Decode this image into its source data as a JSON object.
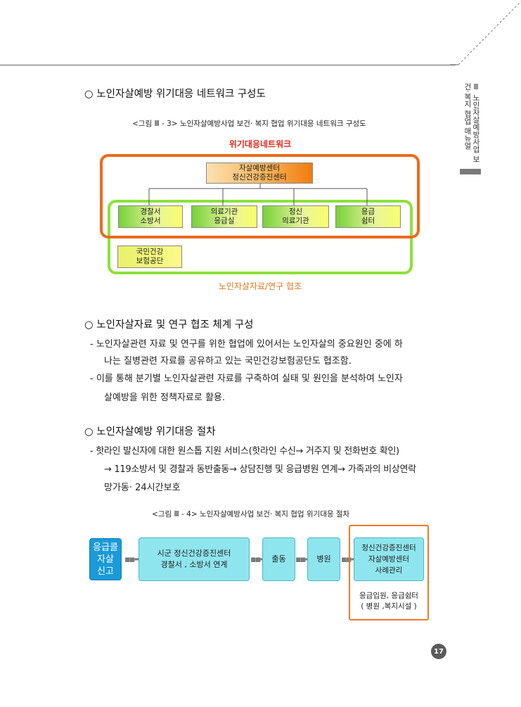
{
  "side_tab": {
    "text": "Ⅲ 노인자살예방사업 보건·복지 협업 매뉴얼"
  },
  "section1": {
    "heading": "○  노인자살예방 위기대응 네트워크 구성도",
    "caption": "<그림 Ⅲ - 3> 노인자살예방사업 보건·  복지 협업 위기대응 네트워크 구성도",
    "diagram": {
      "title": "위기대응네트워크",
      "top_box": [
        "자살예방센터",
        "정신건강증진센터"
      ],
      "row_boxes": [
        [
          "경찰서",
          "소방서"
        ],
        [
          "의료기관",
          "응급실"
        ],
        [
          "정신",
          "의료기관"
        ],
        [
          "응급",
          "쉼터"
        ]
      ],
      "bottom_box": [
        "국민건강",
        "보험공단"
      ],
      "bottom_label": "노인자살자료/연구 협조"
    }
  },
  "section2": {
    "heading": "○  노인자살자료 및 연구 협조 체계 구성",
    "lines": [
      "-  노인자살관련 자료 및 연구를 위한 협업에 있어서는 노인자살의 중요원인 중에 하",
      "나는 질병관련 자료를 공유하고 있는 국민건강보험공단도 협조함.",
      "-  이를 통해 분기별 노인자살관련 자료를 구축하여 실태 및 원인을 분석하여 노인자",
      "살예방을 위한 정책자료로 활용."
    ]
  },
  "section3": {
    "heading": "○  노인자살예방 위기대응 절차",
    "lines": [
      "-  핫라인 발신자에 대한 원스톱 지원 서비스(핫라인 수신→ 거주지 및 전화번호 확인)",
      "→ 119소방서 및 경찰과 동반출동→ 상담진행 및 응급병원 연계→ 가족과의 비상연락",
      "망가동·  24시간보호"
    ],
    "caption": "<그림 Ⅲ - 4> 노인자살예방사업 보건·  복지 협업 위기대응 절차",
    "flow": {
      "start": [
        "응급콜",
        "자살",
        "신고"
      ],
      "center": [
        "시군  정신건강증진센터",
        "경찰서 , 소방서  연계"
      ],
      "dispatch": "출동",
      "hospital": "병원",
      "final": [
        "정신건강증진센터",
        "자살예방센터",
        "사례관리"
      ],
      "final_note": [
        "응급입원, 응급쉼터",
        "( 병원 ,복지시설 )"
      ]
    }
  },
  "page_number": "17"
}
